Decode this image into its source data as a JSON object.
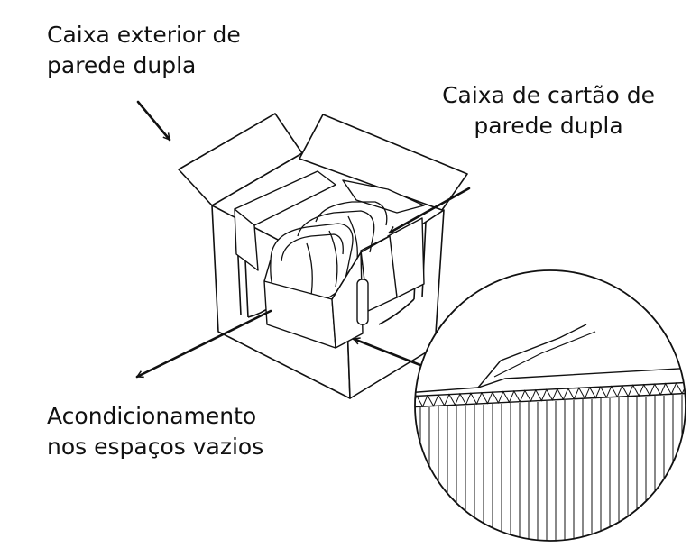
{
  "labels": {
    "outer_box": [
      "Caixa exterior de",
      "parede dupla"
    ],
    "inner_box": [
      "Caixa de cartão de",
      "parede dupla"
    ],
    "void_fill": [
      "Acondicionamento",
      "nos espaços vazios"
    ]
  },
  "colors": {
    "ink": "#111111",
    "background": "#ffffff"
  }
}
